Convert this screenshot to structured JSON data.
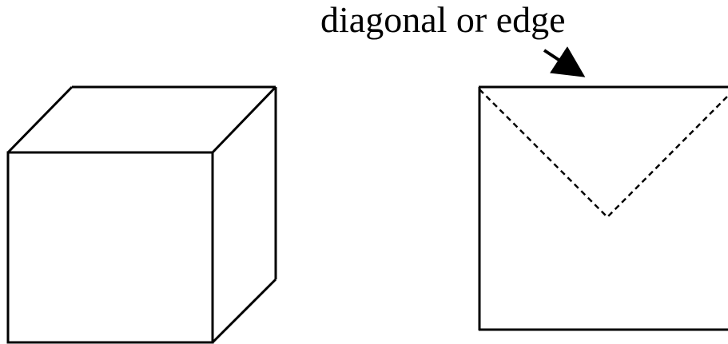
{
  "annotation": {
    "label": "diagonal or edge"
  },
  "colors": {
    "stroke": "#000000",
    "background": "#ffffff"
  },
  "figures": [
    {
      "name": "cube",
      "style": "solid"
    },
    {
      "name": "envelope-rectangle",
      "style": "solid-with-dashed-v"
    }
  ]
}
